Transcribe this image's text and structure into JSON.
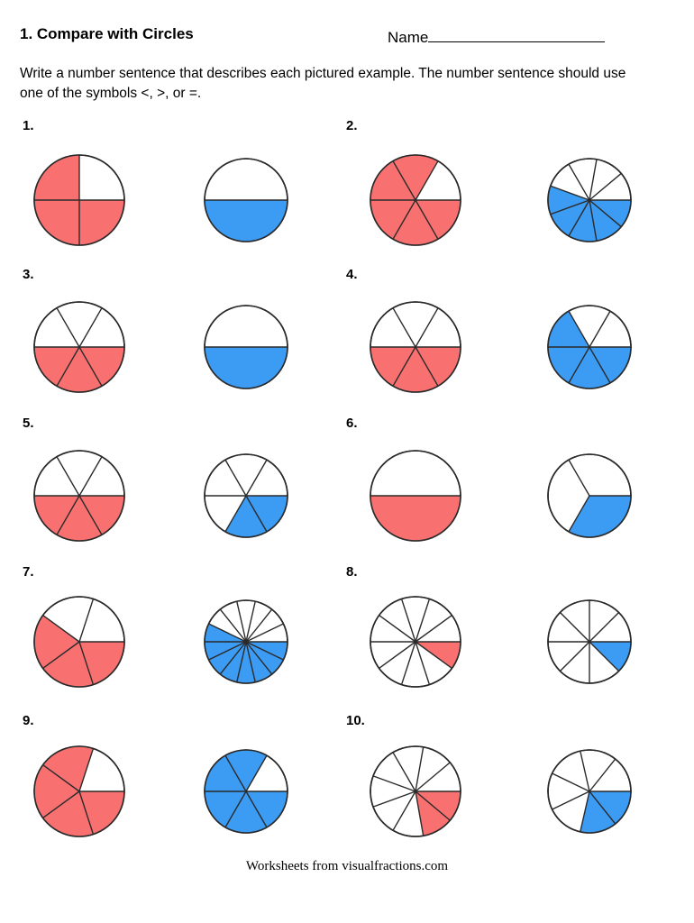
{
  "page": {
    "title": "1. Compare with Circles",
    "name_label": "Name",
    "instructions": "Write a number sentence that describes each pictured example. The number sentence should use one of the symbols <, >, or =.",
    "footer": "Worksheets from visualfractions.com"
  },
  "colors": {
    "red": "#F87170",
    "blue": "#3C9BF2",
    "stroke": "#2A2A2A",
    "circle_fill": "#FFFFFF"
  },
  "problems": [
    {
      "label": "1.",
      "circles": [
        {
          "total": 4,
          "shaded": 3,
          "fill_start": 1,
          "color": "red",
          "fraction": "3/4"
        },
        {
          "total": 2,
          "shaded": 1,
          "fill_start": 1,
          "color": "blue",
          "fraction": "1/2"
        }
      ]
    },
    {
      "label": "2.",
      "circles": [
        {
          "total": 6,
          "shaded": 5,
          "fill_start": 1,
          "color": "red",
          "fraction": "5/6"
        },
        {
          "total": 9,
          "shaded": 5,
          "fill_start": 4,
          "color": "blue",
          "fraction": "5/9"
        }
      ]
    },
    {
      "label": "3.",
      "circles": [
        {
          "total": 6,
          "shaded": 3,
          "fill_start": 3,
          "color": "red",
          "fraction": "3/6"
        },
        {
          "total": 2,
          "shaded": 1,
          "fill_start": 1,
          "color": "blue",
          "fraction": "1/2"
        }
      ]
    },
    {
      "label": "4.",
      "circles": [
        {
          "total": 6,
          "shaded": 3,
          "fill_start": 3,
          "color": "red",
          "fraction": "3/6"
        },
        {
          "total": 6,
          "shaded": 4,
          "fill_start": 2,
          "color": "blue",
          "fraction": "4/6"
        }
      ]
    },
    {
      "label": "5.",
      "circles": [
        {
          "total": 6,
          "shaded": 3,
          "fill_start": 3,
          "color": "red",
          "fraction": "3/6"
        },
        {
          "total": 6,
          "shaded": 2,
          "fill_start": 4,
          "color": "blue",
          "fraction": "2/6"
        }
      ]
    },
    {
      "label": "6.",
      "circles": [
        {
          "total": 2,
          "shaded": 1,
          "fill_start": 1,
          "color": "red",
          "fraction": "1/2"
        },
        {
          "total": 3,
          "shaded": 1,
          "fill_start": 2,
          "color": "blue",
          "fraction": "1/3"
        }
      ]
    },
    {
      "label": "7.",
      "circles": [
        {
          "total": 5,
          "shaded": 3,
          "fill_start": 2,
          "color": "red",
          "fraction": "3/5"
        },
        {
          "total": 14,
          "shaded": 8,
          "fill_start": 6,
          "color": "blue",
          "fraction": "8/14"
        }
      ]
    },
    {
      "label": "8.",
      "circles": [
        {
          "total": 10,
          "shaded": 1,
          "fill_start": 9,
          "color": "red",
          "fraction": "1/10"
        },
        {
          "total": 8,
          "shaded": 1,
          "fill_start": 7,
          "color": "blue",
          "fraction": "1/8"
        }
      ]
    },
    {
      "label": "9.",
      "circles": [
        {
          "total": 5,
          "shaded": 4,
          "fill_start": 1,
          "color": "red",
          "fraction": "4/5"
        },
        {
          "total": 6,
          "shaded": 5,
          "fill_start": 1,
          "color": "blue",
          "fraction": "5/6"
        }
      ]
    },
    {
      "label": "10.",
      "circles": [
        {
          "total": 9,
          "shaded": 2,
          "fill_start": 7,
          "color": "red",
          "fraction": "2/9"
        },
        {
          "total": 7,
          "shaded": 2,
          "fill_start": 5,
          "color": "blue",
          "fraction": "2/7"
        }
      ]
    }
  ]
}
